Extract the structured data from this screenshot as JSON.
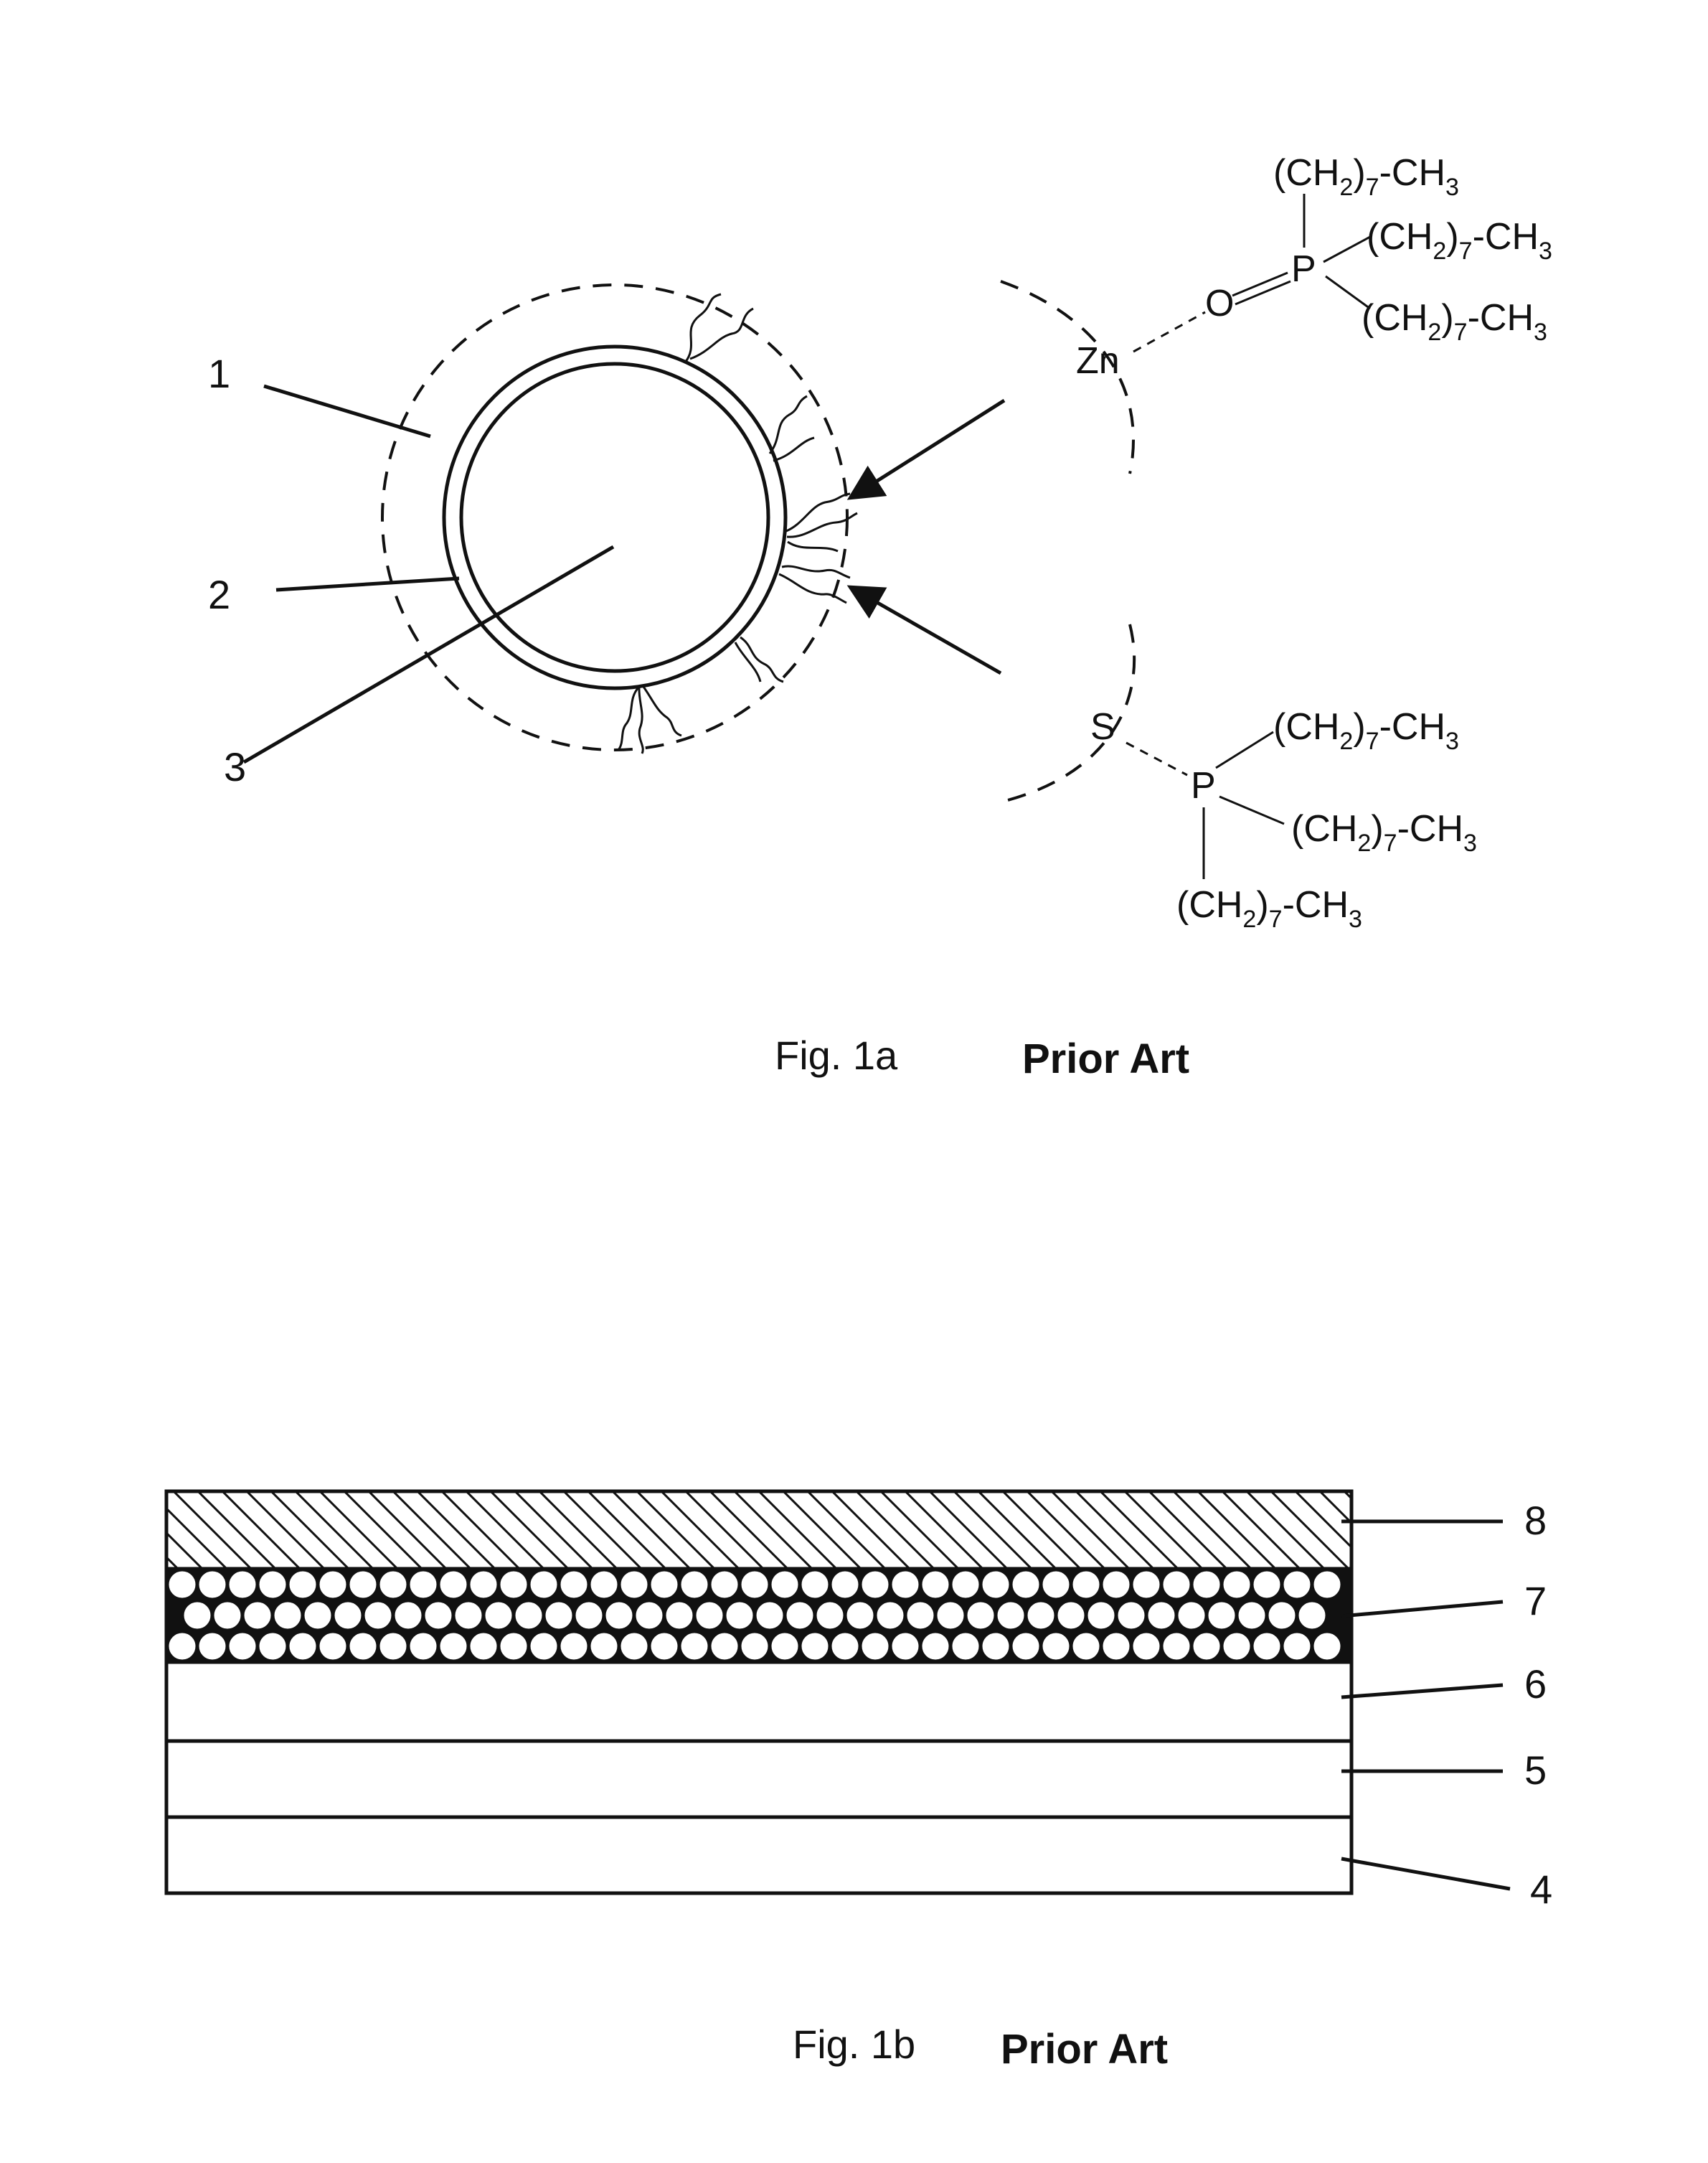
{
  "fig1a": {
    "labels": {
      "l1": "1",
      "l2": "2",
      "l3": "3"
    },
    "zn": "Zn",
    "o": "O",
    "s": "S",
    "p": "P",
    "chain_prefix": "(CH",
    "chain_sub2": "2",
    "chain_mid": ")",
    "chain_sub7": "7",
    "chain_suffix": "-CH",
    "chain_sub3": "3",
    "caption": "Fig. 1a",
    "prior_art": "Prior Art"
  },
  "fig1b": {
    "layers": [
      "8",
      "7",
      "6",
      "5",
      "4"
    ],
    "caption": "Fig. 1b",
    "prior_art": "Prior Art"
  }
}
